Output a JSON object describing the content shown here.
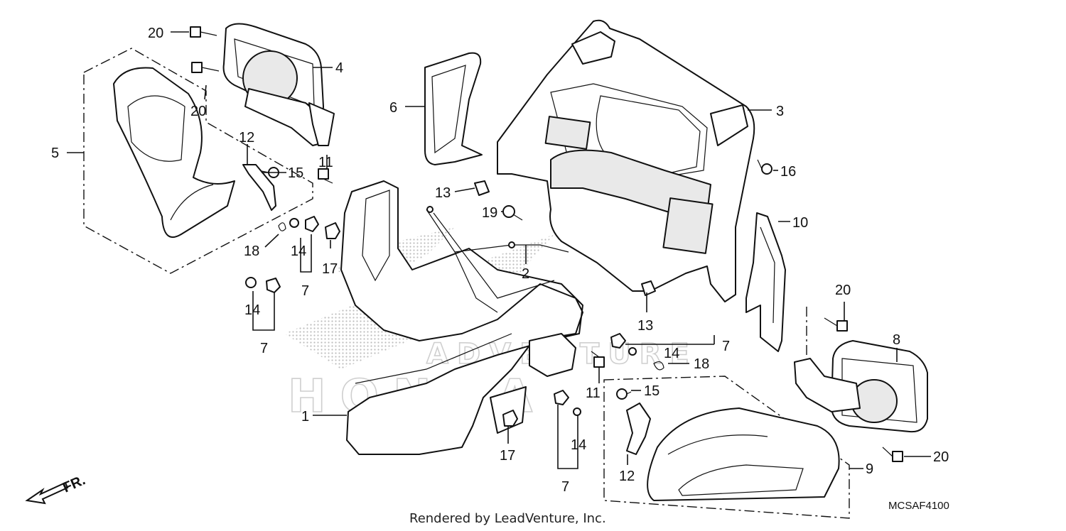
{
  "diagram": {
    "part_numbers": [
      "1",
      "2",
      "3",
      "4",
      "5",
      "6",
      "7",
      "7",
      "7",
      "7",
      "8",
      "9",
      "10",
      "11",
      "11",
      "12",
      "12",
      "13",
      "13",
      "14",
      "14",
      "14",
      "14",
      "15",
      "15",
      "16",
      "17",
      "17",
      "18",
      "18",
      "19",
      "20",
      "20",
      "20",
      "20"
    ],
    "diagram_code": "MCSAF4100",
    "footer_text": "Rendered by LeadVenture, Inc.",
    "direction_marker": "FR.",
    "watermark": {
      "brand": "HONDA",
      "text": "ADVENTURE"
    },
    "colors": {
      "line": "#111111",
      "watermark": "#c8c8c8",
      "background": "#ffffff"
    }
  }
}
